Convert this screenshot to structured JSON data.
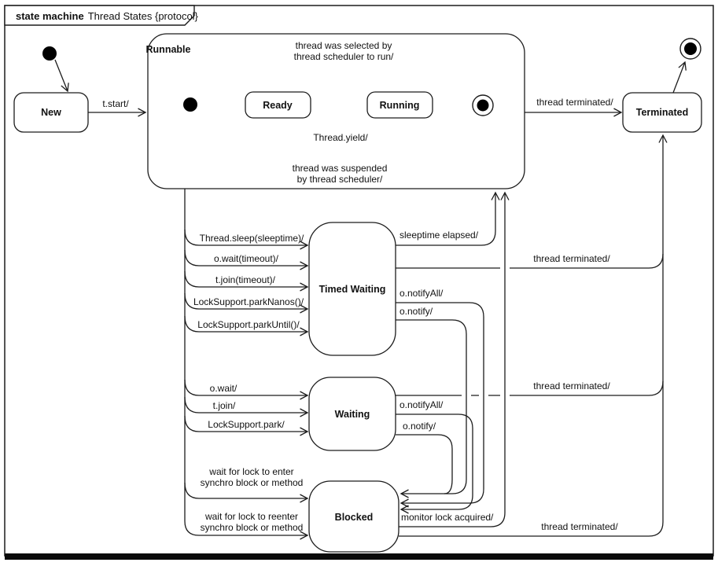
{
  "frame": {
    "keyword": "state machine",
    "title": "Thread States {protocol}"
  },
  "states": {
    "new": "New",
    "runnable": "Runnable",
    "ready": "Ready",
    "running": "Running",
    "timed_waiting": "Timed Waiting",
    "waiting": "Waiting",
    "blocked": "Blocked",
    "terminated": "Terminated"
  },
  "transitions": {
    "t_start": "t.start/",
    "selected": [
      "thread was selected by",
      "thread scheduler to run/"
    ],
    "thread_yield": "Thread.yield/",
    "suspended": [
      "thread was suspended",
      "by thread scheduler/"
    ],
    "terminated_top": "thread terminated/",
    "sleep": "Thread.sleep(sleeptime)/",
    "wait_timeout": "o.wait(timeout)/",
    "join_timeout": "t.join(timeout)/",
    "park_nanos": "LockSupport.parkNanos()/",
    "park_until": "LockSupport.parkUntil()/",
    "sleeptime_elapsed": "sleeptime elapsed/",
    "tw_notify_all": "o.notifyAll/",
    "tw_notify": "o.notify/",
    "terminated_tw": "thread terminated/",
    "o_wait": "o.wait/",
    "t_join": "t.join/",
    "park": "LockSupport.park/",
    "w_notify_all": "o.notifyAll/",
    "w_notify": "o.notify/",
    "terminated_w": "thread terminated/",
    "lock_enter": [
      "wait for lock to enter",
      "synchro block or method"
    ],
    "lock_reenter": [
      "wait for lock to reenter",
      "synchro block or method"
    ],
    "monitor": "monitor lock acquired/",
    "terminated_b": "thread terminated/"
  },
  "colors": {
    "substate_text": "#336699",
    "line": "#1c1c1c",
    "fill": "#ffffff"
  }
}
